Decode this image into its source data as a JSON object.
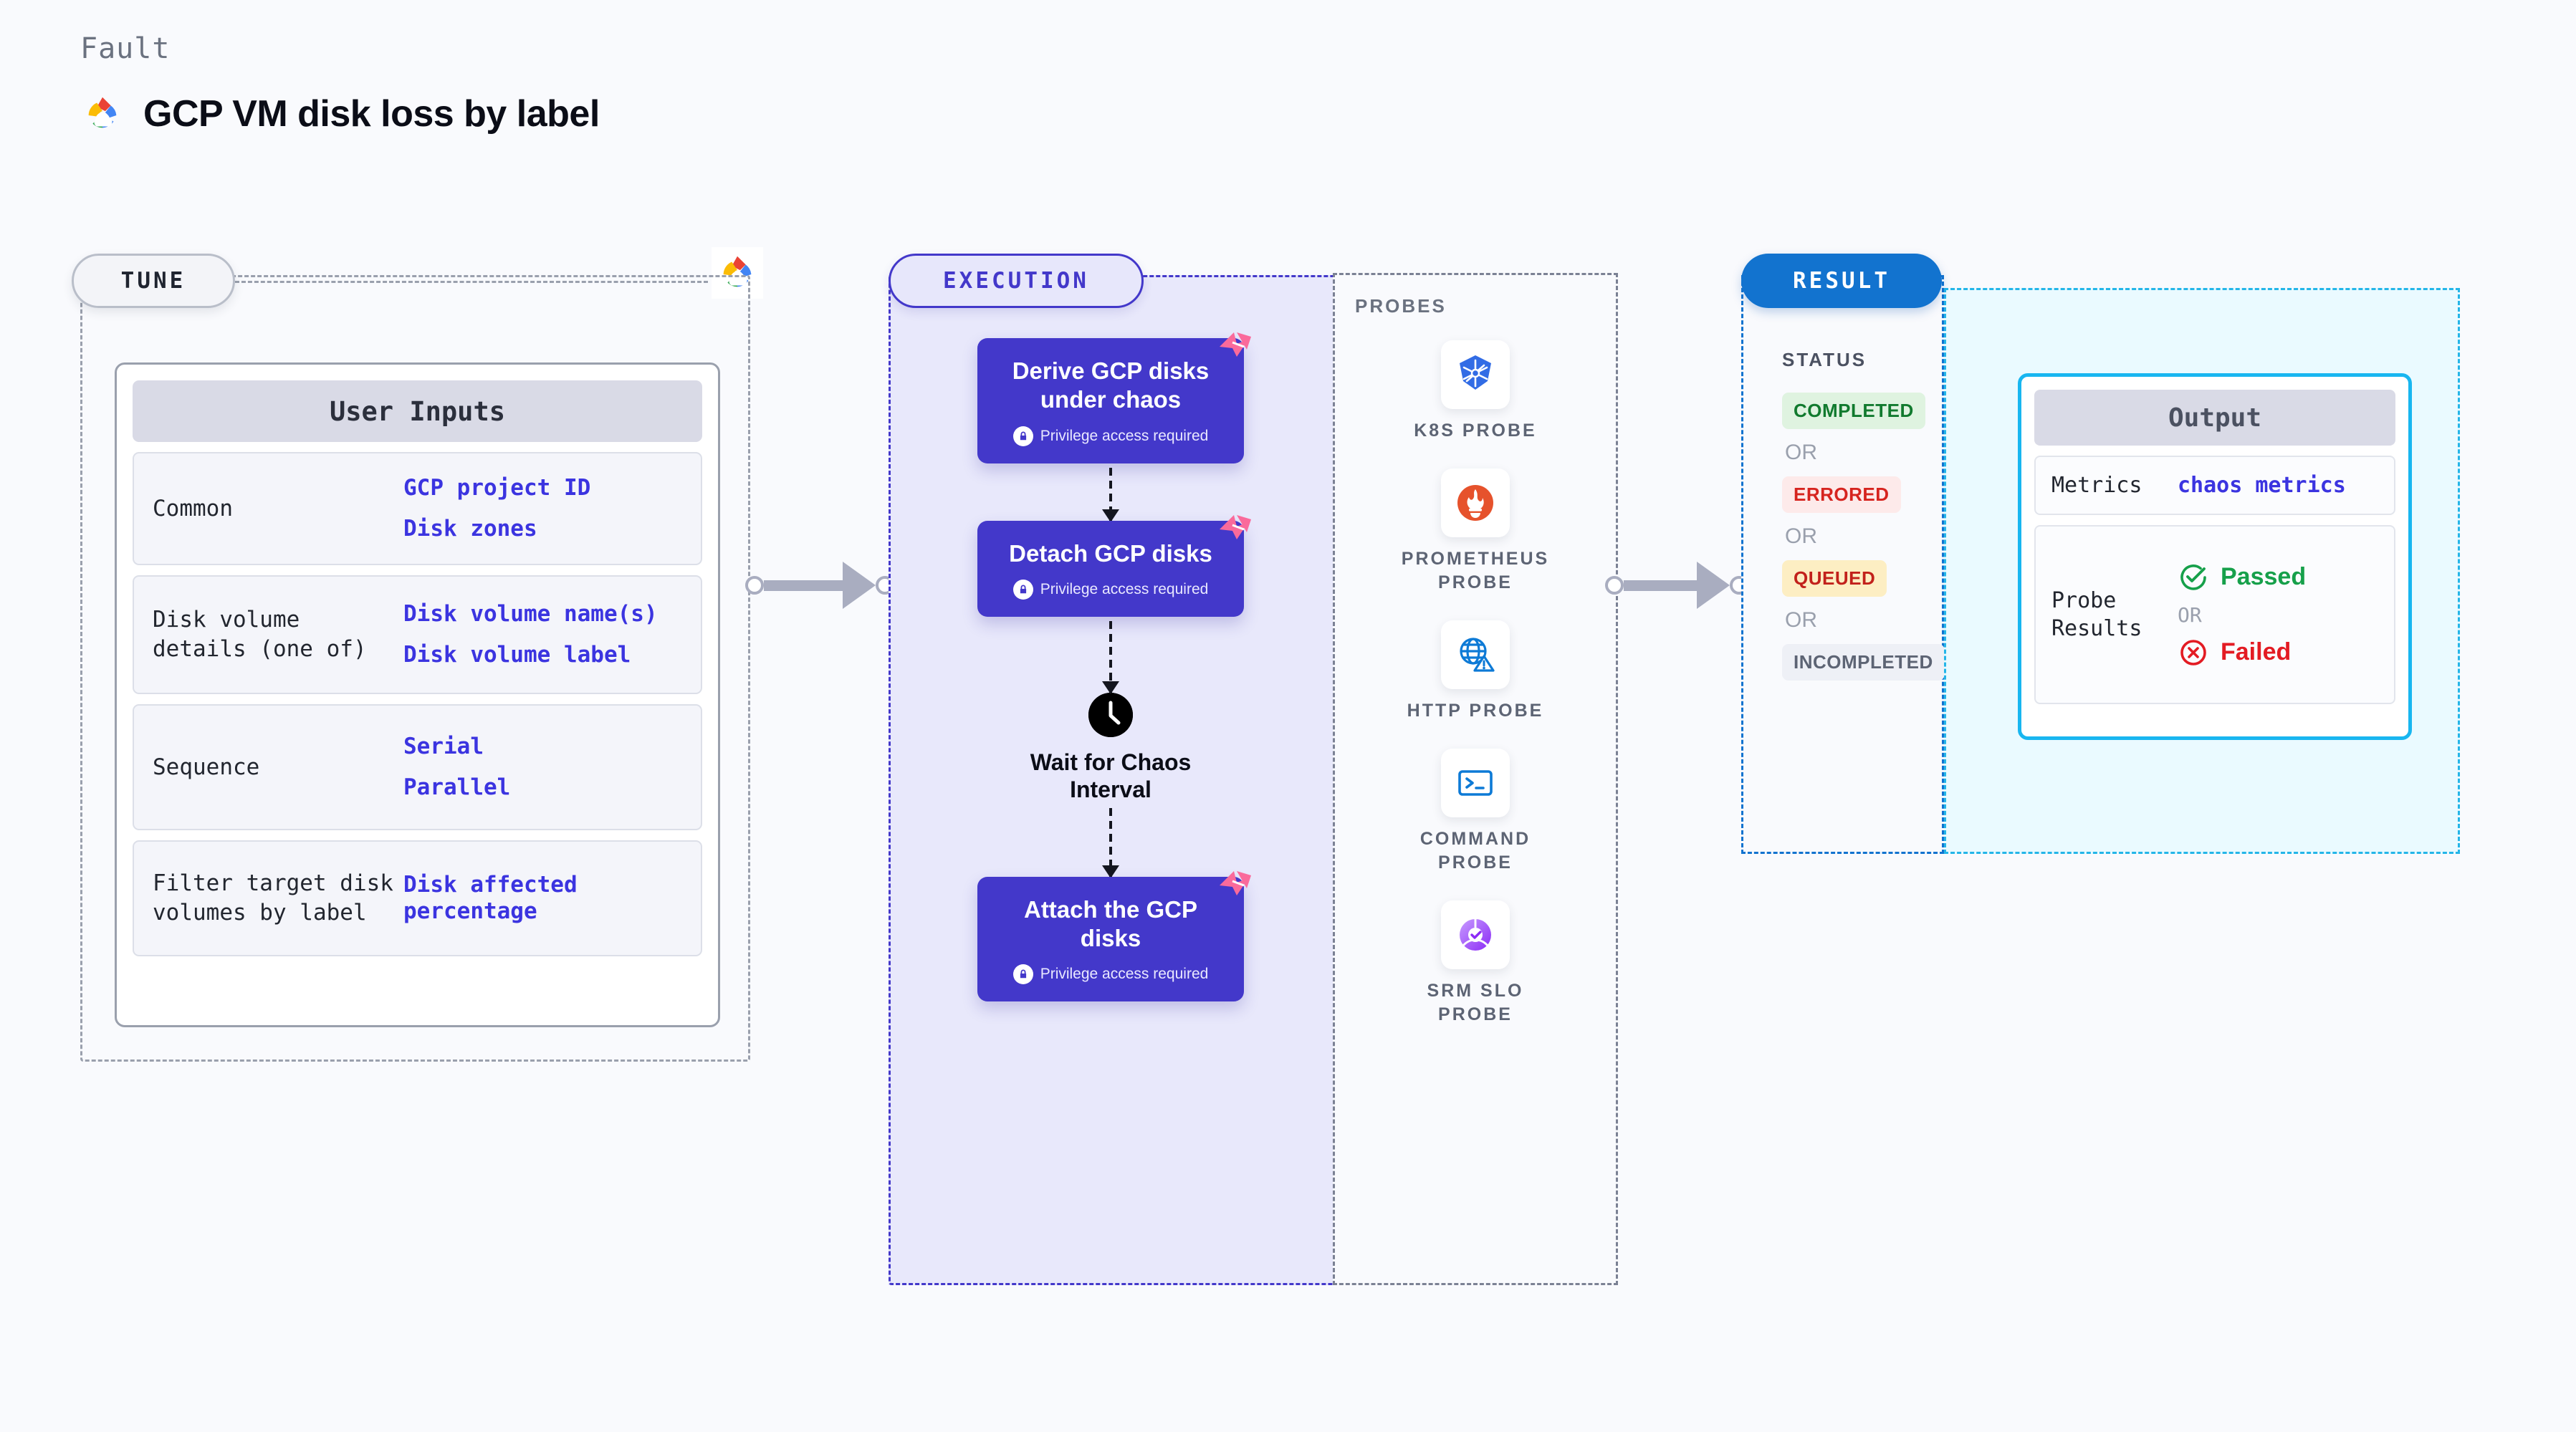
{
  "header": {
    "kicker": "Fault",
    "title": "GCP VM disk loss by label",
    "logo_icon": "gcp-cloud-icon"
  },
  "tune": {
    "pill_label": "TUNE",
    "logo_icon": "gcp-cloud-icon",
    "card_title": "User Inputs",
    "rows": [
      {
        "label": "Common",
        "values": [
          "GCP project ID",
          "Disk zones"
        ]
      },
      {
        "label": "Disk volume details (one of)",
        "values": [
          "Disk volume name(s)",
          "Disk volume label"
        ]
      },
      {
        "label": "Sequence",
        "values": [
          "Serial",
          "Parallel"
        ]
      },
      {
        "label": "Filter target disk volumes by label",
        "values": [
          "Disk affected percentage"
        ]
      }
    ]
  },
  "execution": {
    "pill_label": "EXECUTION",
    "privilege_note": "Privilege access required",
    "nodes": [
      {
        "title": "Derive GCP disks under chaos",
        "privileged": true
      },
      {
        "title": "Detach GCP disks",
        "privileged": true
      },
      {
        "title": "Attach the GCP disks",
        "privileged": true
      }
    ],
    "wait": {
      "label": "Wait for Chaos Interval",
      "icon": "clock-icon"
    },
    "probes": {
      "title": "PROBES",
      "items": [
        {
          "name": "K8S PROBE",
          "icon": "kubernetes-icon"
        },
        {
          "name": "PROMETHEUS PROBE",
          "icon": "prometheus-icon"
        },
        {
          "name": "HTTP PROBE",
          "icon": "globe-warning-icon"
        },
        {
          "name": "COMMAND PROBE",
          "icon": "terminal-icon"
        },
        {
          "name": "SRM SLO PROBE",
          "icon": "srm-slo-icon"
        }
      ]
    }
  },
  "result": {
    "pill_label": "RESULT",
    "status_title": "STATUS",
    "or_label": "OR",
    "statuses": [
      {
        "label": "COMPLETED",
        "bg": "#dff3e0",
        "fg": "#117a2e"
      },
      {
        "label": "ERRORED",
        "bg": "#fdeaea",
        "fg": "#d6241f"
      },
      {
        "label": "QUEUED",
        "bg": "#fdeec3",
        "fg": "#c2211b"
      },
      {
        "label": "INCOMPLETED",
        "bg": "#eef0f6",
        "fg": "#5d6474"
      }
    ],
    "output": {
      "title": "Output",
      "metrics_label": "Metrics",
      "metrics_value": "chaos metrics",
      "probe_results_label": "Probe Results",
      "passed_label": "Passed",
      "failed_label": "Failed",
      "or_label": "OR"
    }
  },
  "colors": {
    "background": "#f9fafd",
    "indigo": "#4338ca",
    "accent_blue": "#1273cf",
    "cyan": "#18b6f0",
    "pink": "#fa6a9b",
    "value_blue": "#3b34e0"
  }
}
